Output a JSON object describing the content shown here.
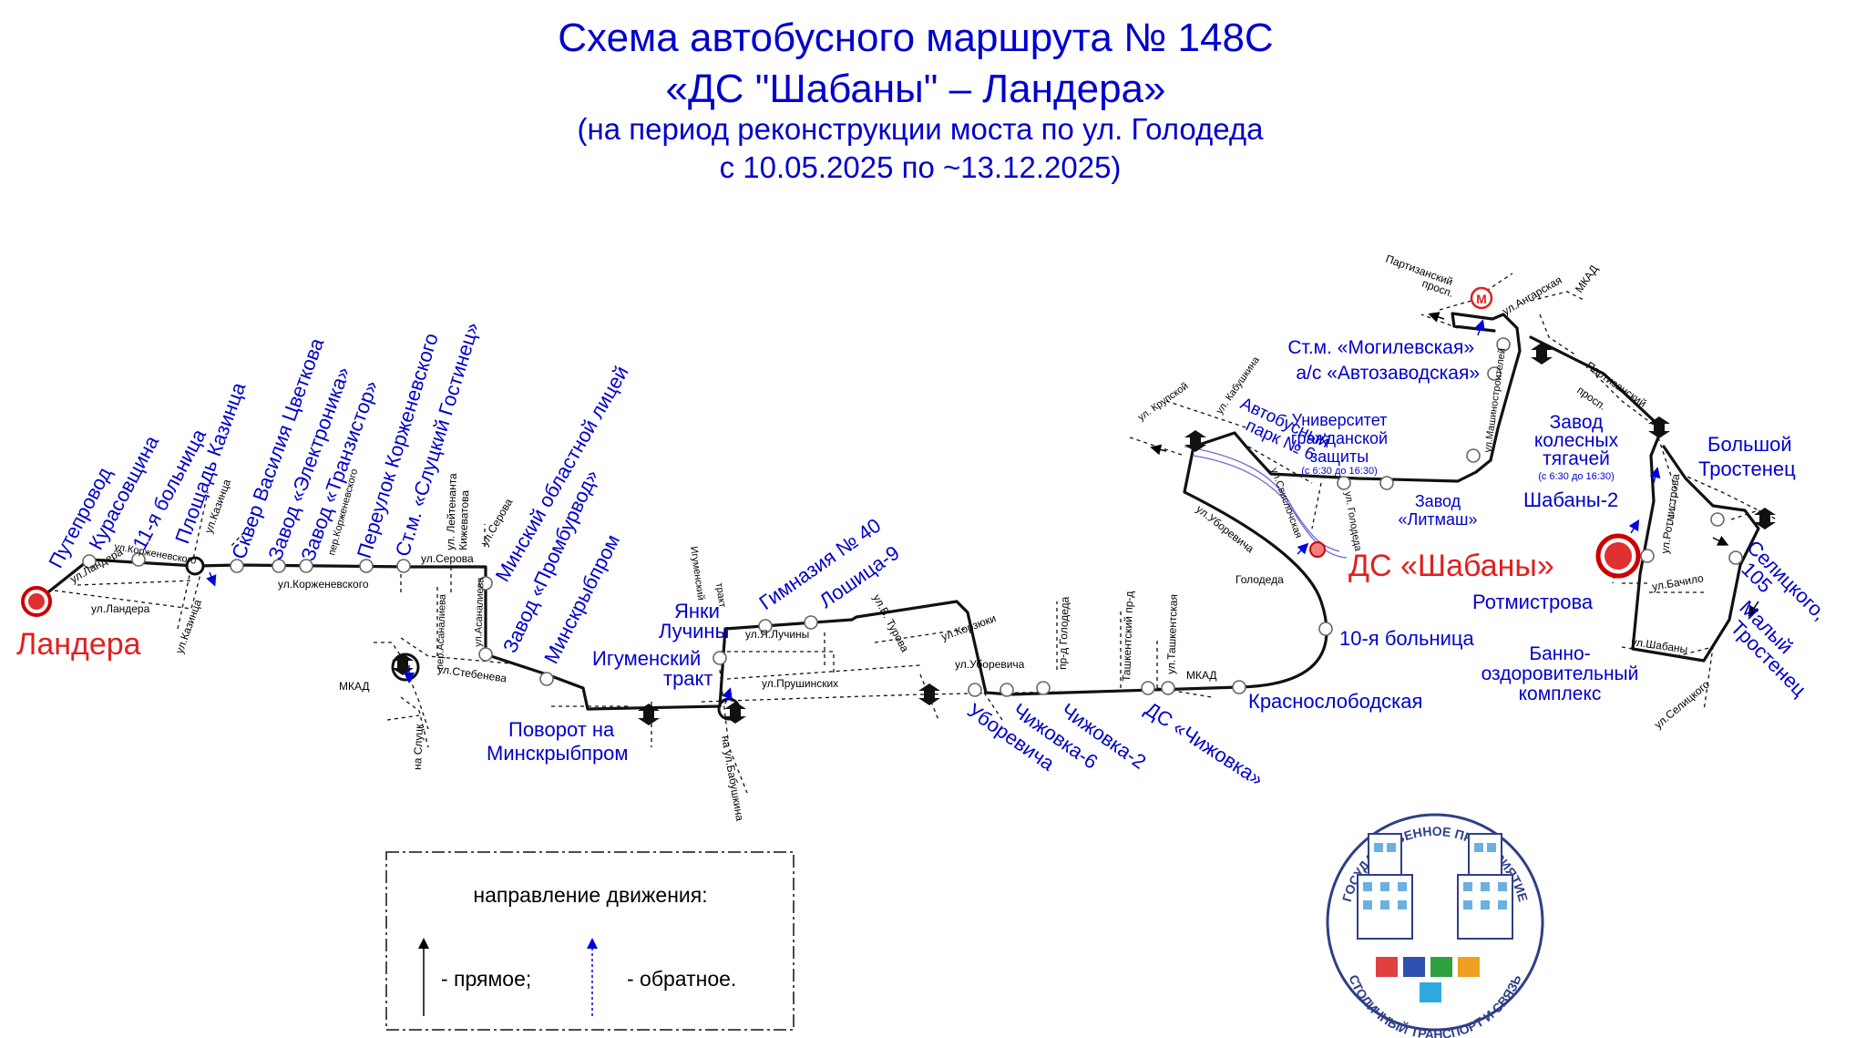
{
  "title": {
    "line1": "Схема автобусного маршрута № 148С",
    "line2": "«ДС \"Шабаны\" – Ландера»",
    "line3": "(на период реконструкции моста по ул. Голодеда",
    "line4": "с 10.05.2025 по ~13.12.2025)"
  },
  "terminals": {
    "left": "Ландера",
    "right": "ДС «Шабаны»"
  },
  "stops": {
    "s01": "Путепровод",
    "s02": "Курасовщина",
    "s03": "11-я больница",
    "s04": "Площадь Казинца",
    "s05": "Сквер Василия Цветкова",
    "s06": "Завод «Электроника»",
    "s07": "Завод «Транзистор»",
    "s08": "Переулок Корженевского",
    "s09": "Ст.м. «Слуцкий Гостинец»",
    "s10": "Минский областной лицей",
    "s11": "Завод «Промбурвод»",
    "s12": "Минскрыбпром",
    "s13a": "Поворот на",
    "s13b": "Минскрыбпром",
    "s14a": "Игуменский",
    "s14b": "тракт",
    "s15a": "Янки",
    "s15b": "Лучины",
    "s16": "Гимназия № 40",
    "s17": "Лошица-9",
    "s18a": "Уборевича",
    "s19": "Чижовка-6",
    "s20": "Чижовка-2",
    "s21": "ДС «Чижовка»",
    "s22": "Краснослободская",
    "s23": "10-я больница",
    "s24a": "Автобусный",
    "s24b": "парк № 6",
    "s25a": "Университет",
    "s25b": "гражданской",
    "s25c": "защиты",
    "s25d": "(с 6:30 до 16:30)",
    "s26a": "Завод",
    "s26b": "«Литмаш»",
    "s27a": "Ст.м. «Могилевская»",
    "s27b": "а/с «Автозаводская»",
    "s28a": "Завод",
    "s28b": "колесных",
    "s28c": "тягачей",
    "s28d": "(с 6:30 до 16:30)",
    "s29a": "Большой",
    "s29b": "Тростенец",
    "s30": "Шабаны-2",
    "s31a": "Селицкого,",
    "s31b": "105",
    "s32": "Ротмистрова",
    "s33a": "Малый",
    "s33b": "Тростенец",
    "s34a": "Банно-",
    "s34b": "оздоровительный",
    "s34c": "комплекс"
  },
  "streets": {
    "landera": "ул.Ландера",
    "landera2": "ул.Ландера",
    "korzh1": "ул.Корженевского",
    "korzh2": "ул.Корженевского",
    "kazinca1": "ул.Казинца",
    "kazinca2": "ул.Казинца",
    "perKorzh": "пер.Корженевского",
    "leitenanta1": "ул. Лейтенанта",
    "leitenanta2": "Кижеватова",
    "serova1": "ул.Серова",
    "serova2": "ул.Серова",
    "asanalieva1": "пер.Асаналиева",
    "asanalieva2": "ул.Асаналиева",
    "stebeneva": "ул.Стебенева",
    "mkad1": "МКАД",
    "naSluck": "на Слуцк",
    "igumTrakt1": "тракт",
    "igumTrakt2": "Игуменский",
    "luchiny": "ул.Я.Лучины",
    "prushinskih": "ул.Прушинских",
    "naBabushkina": "на ул.Бабушкина",
    "turova": "ул.В. Турова",
    "korzyuki": "ул.Корзюки",
    "uborevicha1": "ул.Уборевича",
    "uborevicha2": "ул.Уборевича",
    "golodeda1": "пр-д Голодеда",
    "tashkentPr": "Ташкентский пр-д",
    "tashkentUl": "ул.Ташкентская",
    "mkad2": "МКАД",
    "golodeda2": "Голодеда",
    "krupskoy": "ул. Крупской",
    "kabushkina": "ул. Кабушкина",
    "svisl": "ул.Свислочская",
    "golodedaUl": "ул. Голодеда",
    "mashinostr": "ул.Машиностроителей",
    "partizan1": "Партизанский",
    "partizan1b": "просп.",
    "angarsk": "ул.Ангарская",
    "mkad3": "МКАД",
    "partizan2": "Партизанский",
    "partizan2b": "просп.",
    "rotmistrova": "ул.Ротмистрова",
    "bachilo": "ул.Бачило",
    "shabany": "ул.Шабаны",
    "selickogo": "ул.Селицкого"
  },
  "metro": "М",
  "legend": {
    "heading": "направление движения:",
    "forward": "- прямое;",
    "backward": "- обратное."
  },
  "logo": {
    "top_text": "ГОСУДАРСТВЕННОЕ ПРЕДПРИЯТИЕ",
    "bottom_text": "СТОЛИЧНЫЙ ТРАНСПОРТ И СВЯЗЬ"
  },
  "colors": {
    "title": "#0000cc",
    "stop_label": "#0000cc",
    "terminal": "#e02020",
    "route": "#111111",
    "forward_arrow": "#000000",
    "backward_arrow": "#0000dd",
    "logo": "#2f3f86"
  }
}
